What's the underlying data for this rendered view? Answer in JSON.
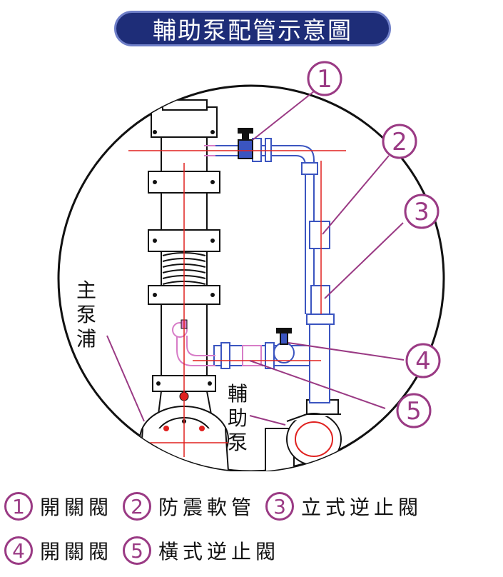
{
  "title": "輔助泵配管示意圖",
  "labels": {
    "main_pump": [
      "主",
      "泵",
      "浦"
    ],
    "aux_pump": [
      "輔",
      "助",
      "泵"
    ]
  },
  "callouts": [
    "1",
    "2",
    "3",
    "4",
    "5"
  ],
  "legend": {
    "row1": [
      {
        "num": "1",
        "text": "開關閥"
      },
      {
        "num": "2",
        "text": "防震軟管"
      },
      {
        "num": "3",
        "text": "立式逆止閥"
      }
    ],
    "row2": [
      {
        "num": "4",
        "text": "開關閥"
      },
      {
        "num": "5",
        "text": "橫式逆止閥"
      }
    ]
  },
  "colors": {
    "title_bg": "#1e2d78",
    "callout": "#9a3a84",
    "pipe_blue": "#3b55c0",
    "pipe_pink": "#d77cc7",
    "center_line": "#e0211f"
  }
}
